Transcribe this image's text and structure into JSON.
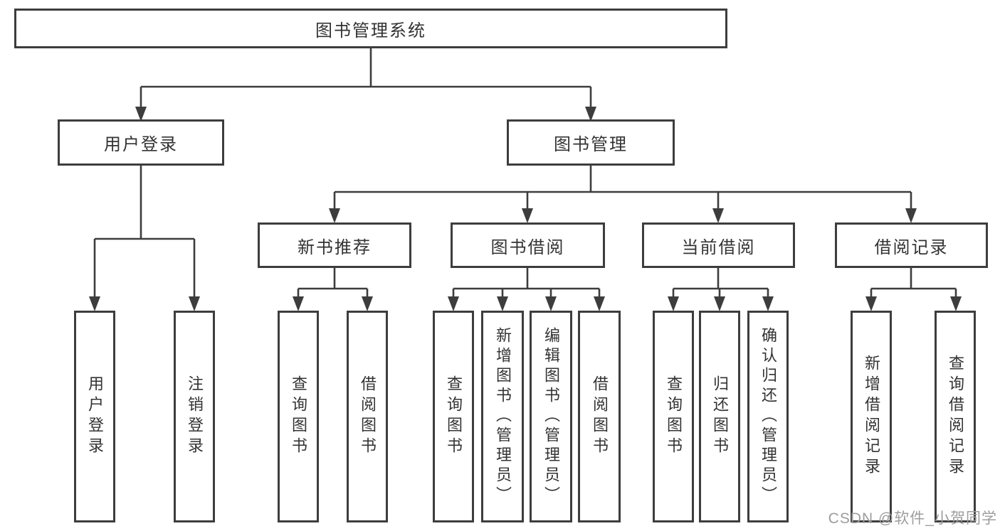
{
  "tree": {
    "root": {
      "label": "图书管理系统"
    },
    "branches": [
      {
        "label": "用户登录",
        "children": [
          {
            "label": "用户登录"
          },
          {
            "label": "注销登录"
          }
        ]
      },
      {
        "label": "图书管理",
        "children": [
          {
            "label": "新书推荐",
            "children": [
              {
                "label": "查询图书"
              },
              {
                "label": "借阅图书"
              }
            ]
          },
          {
            "label": "图书借阅",
            "children": [
              {
                "label": "查询图书"
              },
              {
                "label": "新增图书（管理员）"
              },
              {
                "label": "编辑图书（管理员）"
              },
              {
                "label": "借阅图书"
              }
            ]
          },
          {
            "label": "当前借阅",
            "children": [
              {
                "label": "查询图书"
              },
              {
                "label": "归还图书"
              },
              {
                "label": "确认归还（管理员）"
              }
            ]
          },
          {
            "label": "借阅记录",
            "children": [
              {
                "label": "新增借阅记录"
              },
              {
                "label": "查询借阅记录"
              }
            ]
          }
        ]
      }
    ]
  },
  "watermark": "CSDN @软件_小贺同学",
  "colors": {
    "line": "#3d3d3d",
    "text": "#333333",
    "watermark": "#9d9d9d",
    "background": "#ffffff"
  }
}
